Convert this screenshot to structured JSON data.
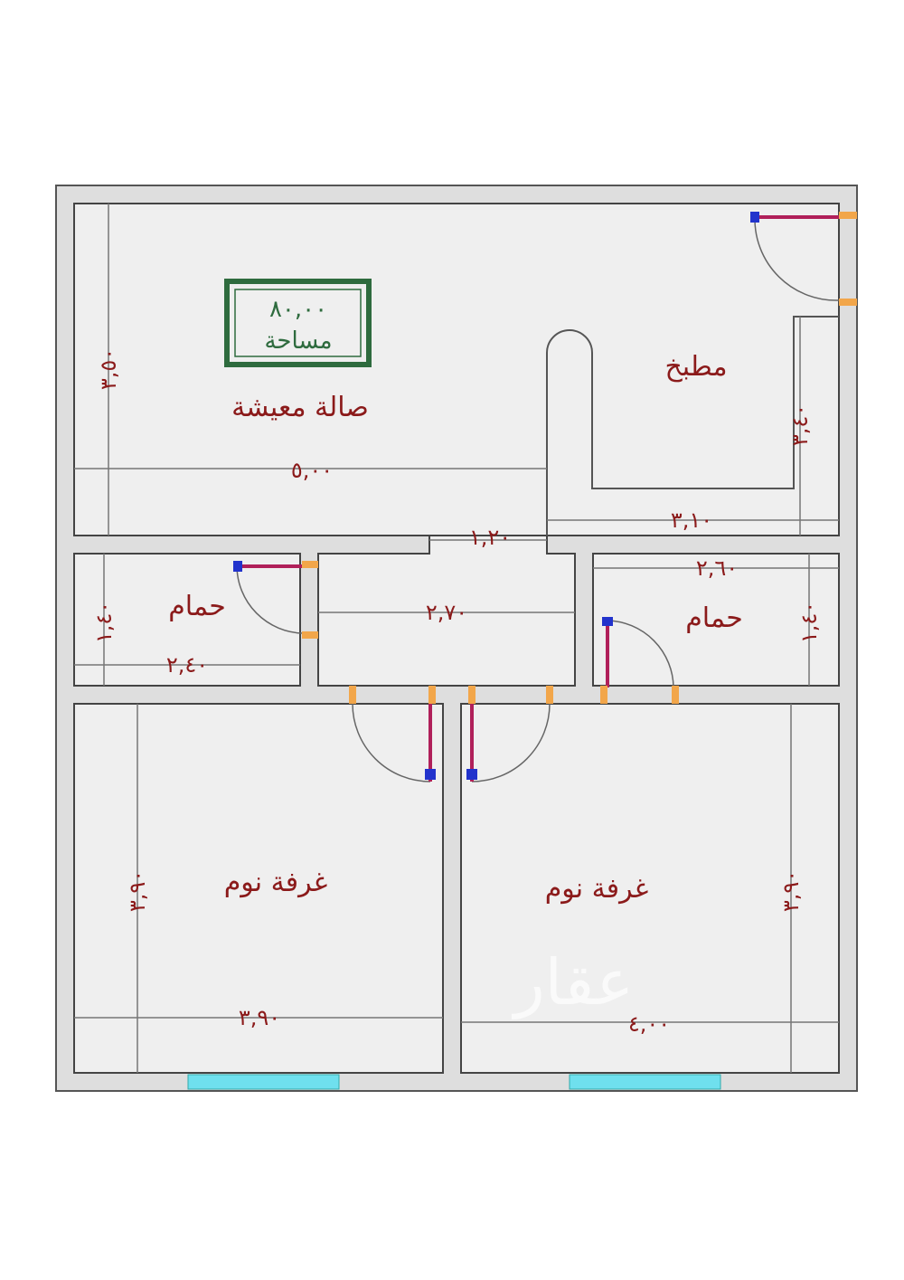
{
  "plan": {
    "area_box": {
      "value": "٨٠,٠٠",
      "label": "مساحة",
      "color": "#2e6b3e"
    },
    "rooms": {
      "living": "صالة معيشة",
      "kitchen": "مطبخ",
      "bath_left": "حمام",
      "bath_right": "حمام",
      "bedroom_left": "غرفة نوم",
      "bedroom_right": "غرفة نوم"
    },
    "dimensions": {
      "living_height": "٣,٥٠",
      "living_width": "٥,٠٠",
      "kitchen_height": "٣,٤٠",
      "kitchen_width": "٣,١٠",
      "corridor_opening": "١,٢٠",
      "corridor_width": "٢,٧٠",
      "bath_left_height": "١,٤٠",
      "bath_left_width": "٢,٤٠",
      "bath_right_height": "١,٤٠",
      "bath_right_width": "٢,٦٠",
      "bedroom_left_height": "٣,٩٠",
      "bedroom_left_width": "٣,٩٠",
      "bedroom_right_height": "٣,٩٠",
      "bedroom_right_width": "٤,٠٠"
    },
    "watermark": "عقار",
    "label_color": "#8b1a1a"
  }
}
